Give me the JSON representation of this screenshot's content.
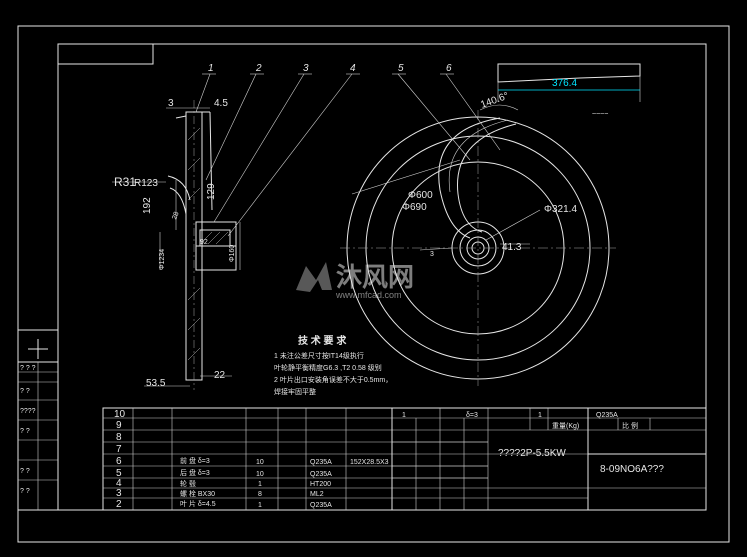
{
  "part_numbers": [
    "1",
    "2",
    "3",
    "4",
    "5",
    "6"
  ],
  "dims_side": {
    "d3": "3",
    "d45": "4.5",
    "r_label": "R31",
    "r2_label": "R123",
    "d192": "192",
    "d129": "129",
    "d28": "28",
    "d92": "92",
    "dia_left": "Φ1234",
    "dia_right": "Φ160",
    "d535": "53.5",
    "d22": "22"
  },
  "dims_front": {
    "angle": "140.6°",
    "dia600": "Φ600",
    "dia690": "Φ690",
    "dia3214": "Φ321.4",
    "d413": "41.3",
    "d3": "3"
  },
  "inset": {
    "dim": "376.4",
    "note": "~~~~"
  },
  "watermark": {
    "brand": "沐风网",
    "url": "www.mfcad.com"
  },
  "tech_req": {
    "title": "技 术 要 求",
    "lines": [
      "1  未注公差尺寸按IT14级执行",
      "  叶轮静平衡精度G6.3 ,T2 0.58  级别",
      "2  叶片出口安装角误差不大于0.5mm，",
      "  焊接牢固平整"
    ]
  },
  "bom_rows": [
    {
      "no": "10",
      "name": "",
      "qty": "",
      "mat": "",
      "note": ""
    },
    {
      "no": "9",
      "name": "",
      "qty": "",
      "mat": "",
      "note": ""
    },
    {
      "no": "8",
      "name": "",
      "qty": "",
      "mat": "",
      "note": ""
    },
    {
      "no": "7",
      "name": "",
      "qty": "",
      "mat": "",
      "note": ""
    },
    {
      "no": "6",
      "name": "前 盘 δ=3",
      "qty": "10",
      "mat": "Q235A",
      "note": "152X28.5X3"
    },
    {
      "no": "5",
      "name": "后 盘 δ=3",
      "qty": "10",
      "mat": "Q235A",
      "note": ""
    },
    {
      "no": "4",
      "name": "轮 毂",
      "qty": "1",
      "mat": "HT200",
      "note": ""
    },
    {
      "no": "3",
      "name": "螺 栓 BX30",
      "qty": "8",
      "mat": "ML2",
      "note": ""
    },
    {
      "no": "2",
      "name": "叶 片 δ=4.5",
      "qty": "1",
      "mat": "Q235A",
      "note": ""
    }
  ],
  "title_block": {
    "top_qty": "1",
    "top_spec": "δ=3",
    "top_count": "1",
    "top_mat": "Q235A",
    "weight_hdr": "重量(Kg)",
    "ratio_hdr": "比 例",
    "product": "????2P-5.5KW",
    "drawing_no": "8-09NO6A???"
  },
  "left_table_marks": [
    "? ? ?",
    "? ?",
    "????",
    "? ?",
    "? ?",
    "? ?"
  ]
}
